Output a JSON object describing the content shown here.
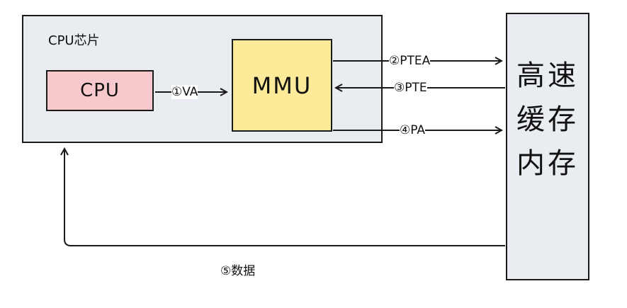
{
  "chip": {
    "title": "CPU芯片"
  },
  "cpu": {
    "label": "CPU"
  },
  "mmu": {
    "label": "MMU"
  },
  "cache": {
    "lines": [
      "高速",
      "缓存",
      "内存"
    ]
  },
  "edges": {
    "va": "①VA",
    "ptea": "②PTEA",
    "pte": "③PTE",
    "pa": "④PA",
    "data": "⑤数据"
  }
}
